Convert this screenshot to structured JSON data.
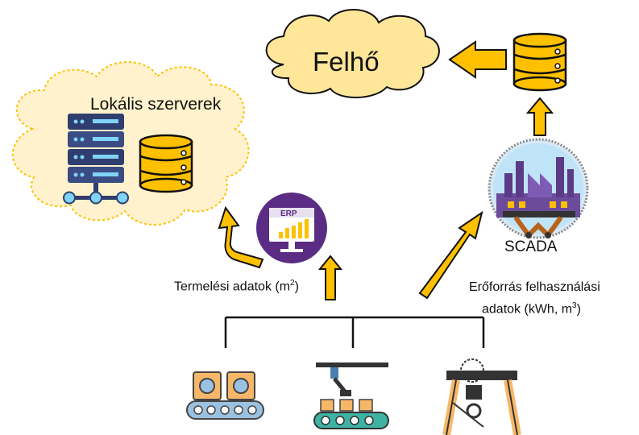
{
  "cloud": {
    "label": "Felhő"
  },
  "local_servers": {
    "label": "Lokális szerverek"
  },
  "erp": {
    "badge": "ERP"
  },
  "scada": {
    "label": "SCADA"
  },
  "production_data": {
    "text": "Termelési adatok (m",
    "sup": "2",
    "close": ")"
  },
  "energy_data": {
    "line1": "Erőforrás felhasználási",
    "line2": "adatok (kWh, m",
    "sup": "3",
    "close": ")"
  },
  "colors": {
    "arrow": "#FFC000",
    "db": "#FFC000",
    "cloud_fill": "#FFE699",
    "local_cloud_fill": "#FFF2CC",
    "erp_circle": "#5B2C83"
  },
  "icons": [
    "cloud",
    "database-icon",
    "server-rack-icon",
    "erp-monitor-icon",
    "scada-factory-icon",
    "conveyor-icon",
    "robot-arm-icon",
    "saw-crane-icon"
  ]
}
